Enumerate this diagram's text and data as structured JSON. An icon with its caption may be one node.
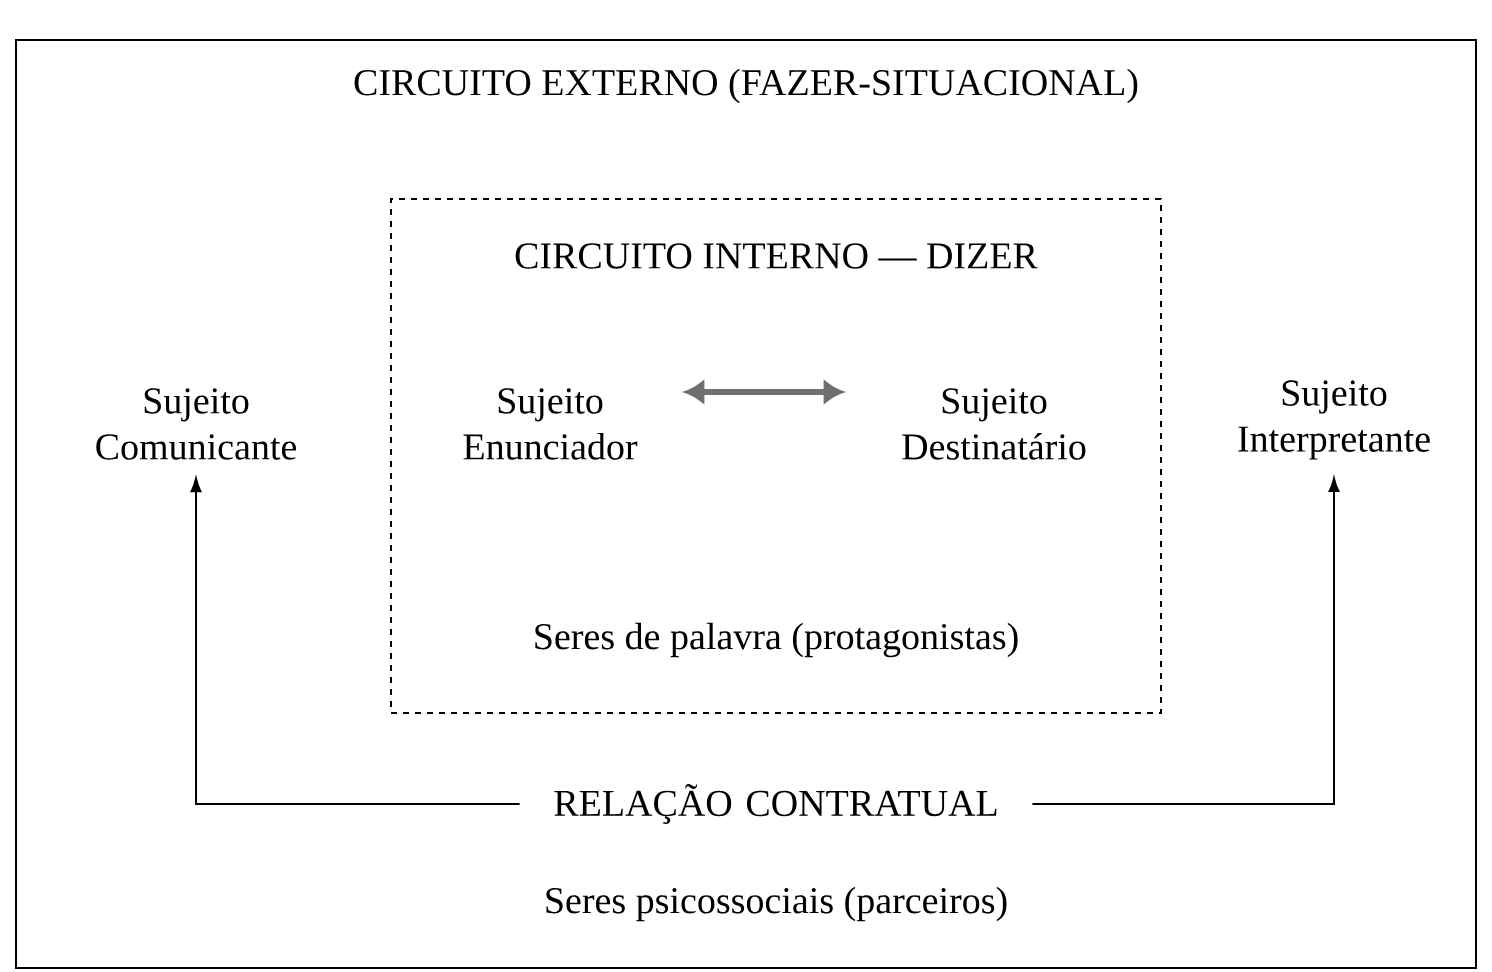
{
  "diagram": {
    "nodes": [
      {
        "text": [
          "CIRCUITO EXTERNO (FAZER-SITUACIONAL)",
          "Seres psicossociais (parceiros)"
        ]
      },
      {
        "text": [
          "CIRCUITO INTERNO — DIZER",
          "Seres de palavra (protagonistas)"
        ],
        "in": 0
      },
      {
        "text": [
          "Sujeito Comunicante"
        ],
        "in": 0
      },
      {
        "text": [
          "Sujeito Enunciador"
        ],
        "in": 1
      },
      {
        "text": [
          "Sujeito Destinatário"
        ],
        "in": 1
      },
      {
        "text": [
          "Sujeito Interpretante"
        ],
        "in": 0
      },
      {
        "text": [
          "RELAÇÃO CONTRATUAL"
        ],
        "in": 0
      }
    ],
    "edges": [
      {
        "from": 3,
        "to": 4,
        "arrow": "both",
        "style": "thick",
        "color": "#707070"
      },
      {
        "from": 6,
        "to": 2,
        "arrow": "to"
      },
      {
        "from": 6,
        "to": 5,
        "arrow": "to"
      }
    ]
  }
}
